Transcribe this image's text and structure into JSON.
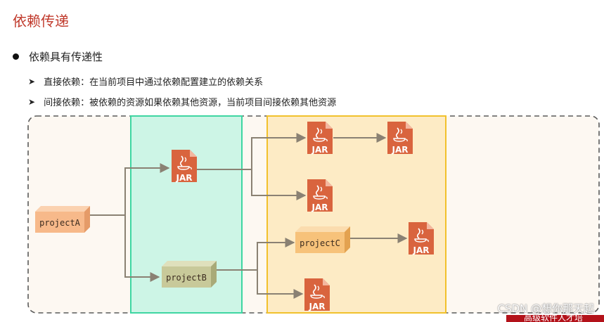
{
  "title": "依赖传递",
  "bullet": "依赖具有传递性",
  "sub_items": [
    "直接依赖：在当前项目中通过依赖配置建立的依赖关系",
    "间接依赖：被依赖的资源如果依赖其他资源，当前项目间接依赖其他资源"
  ],
  "nodes": {
    "projectA": "projectA",
    "projectB": "projectB",
    "projectC": "projectC",
    "jar": "JAR"
  },
  "colors": {
    "title": "#c0392b",
    "direct_zone_fill": "#cdf5e6",
    "direct_zone_border": "#3ed6a2",
    "indirect_zone_fill": "#fdebc5",
    "indirect_zone_border": "#f1c12c",
    "outer_fill": "#fdf8f2",
    "jar": "#d9643e",
    "projectA_fill": "#f7b98a",
    "projectB_fill": "#c8c99a",
    "projectC_fill": "#f7c27a",
    "arrow": "#8a8173"
  },
  "watermark": "CSDN @想你那天起",
  "footer_text": "高级软件人才培"
}
